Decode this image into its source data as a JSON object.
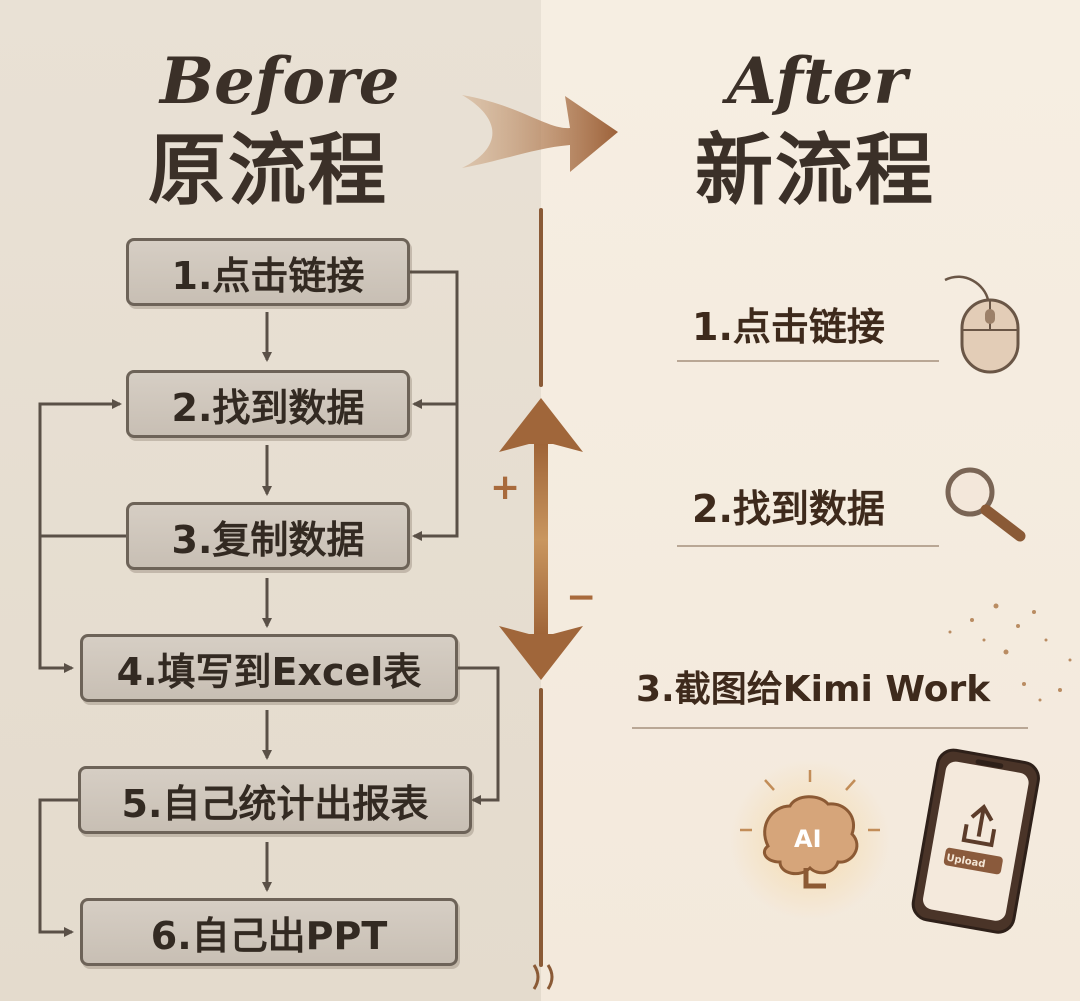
{
  "before": {
    "title_en": "Before",
    "title_zh": "原流程",
    "steps": [
      "1.点击链接",
      "2.找到数据",
      "3.复制数据",
      "4.填写到Excel表",
      "5.自己统计出报表",
      "6.自己出PPT"
    ]
  },
  "after": {
    "title_en": "After",
    "title_zh": "新流程",
    "steps": [
      "1.点击链接",
      "2.找到数据",
      "3.截图给Kimi Work"
    ]
  },
  "scale": {
    "plus": "+",
    "minus": "−"
  },
  "icons": {
    "transition": "curved-arrow-icon",
    "mouse": "mouse-icon",
    "search": "magnifier-icon",
    "ai": "ai-brain-icon",
    "phone": "phone-upload-icon"
  },
  "ai_badge": "AI",
  "phone_button": "Upload",
  "colors": {
    "left_bg": "#e6ded2",
    "right_bg": "#f5ede1",
    "box_fill": "#cfc7bc",
    "box_border": "#6d6358",
    "accent": "#a86a3c",
    "text_dark": "#3b3028"
  }
}
